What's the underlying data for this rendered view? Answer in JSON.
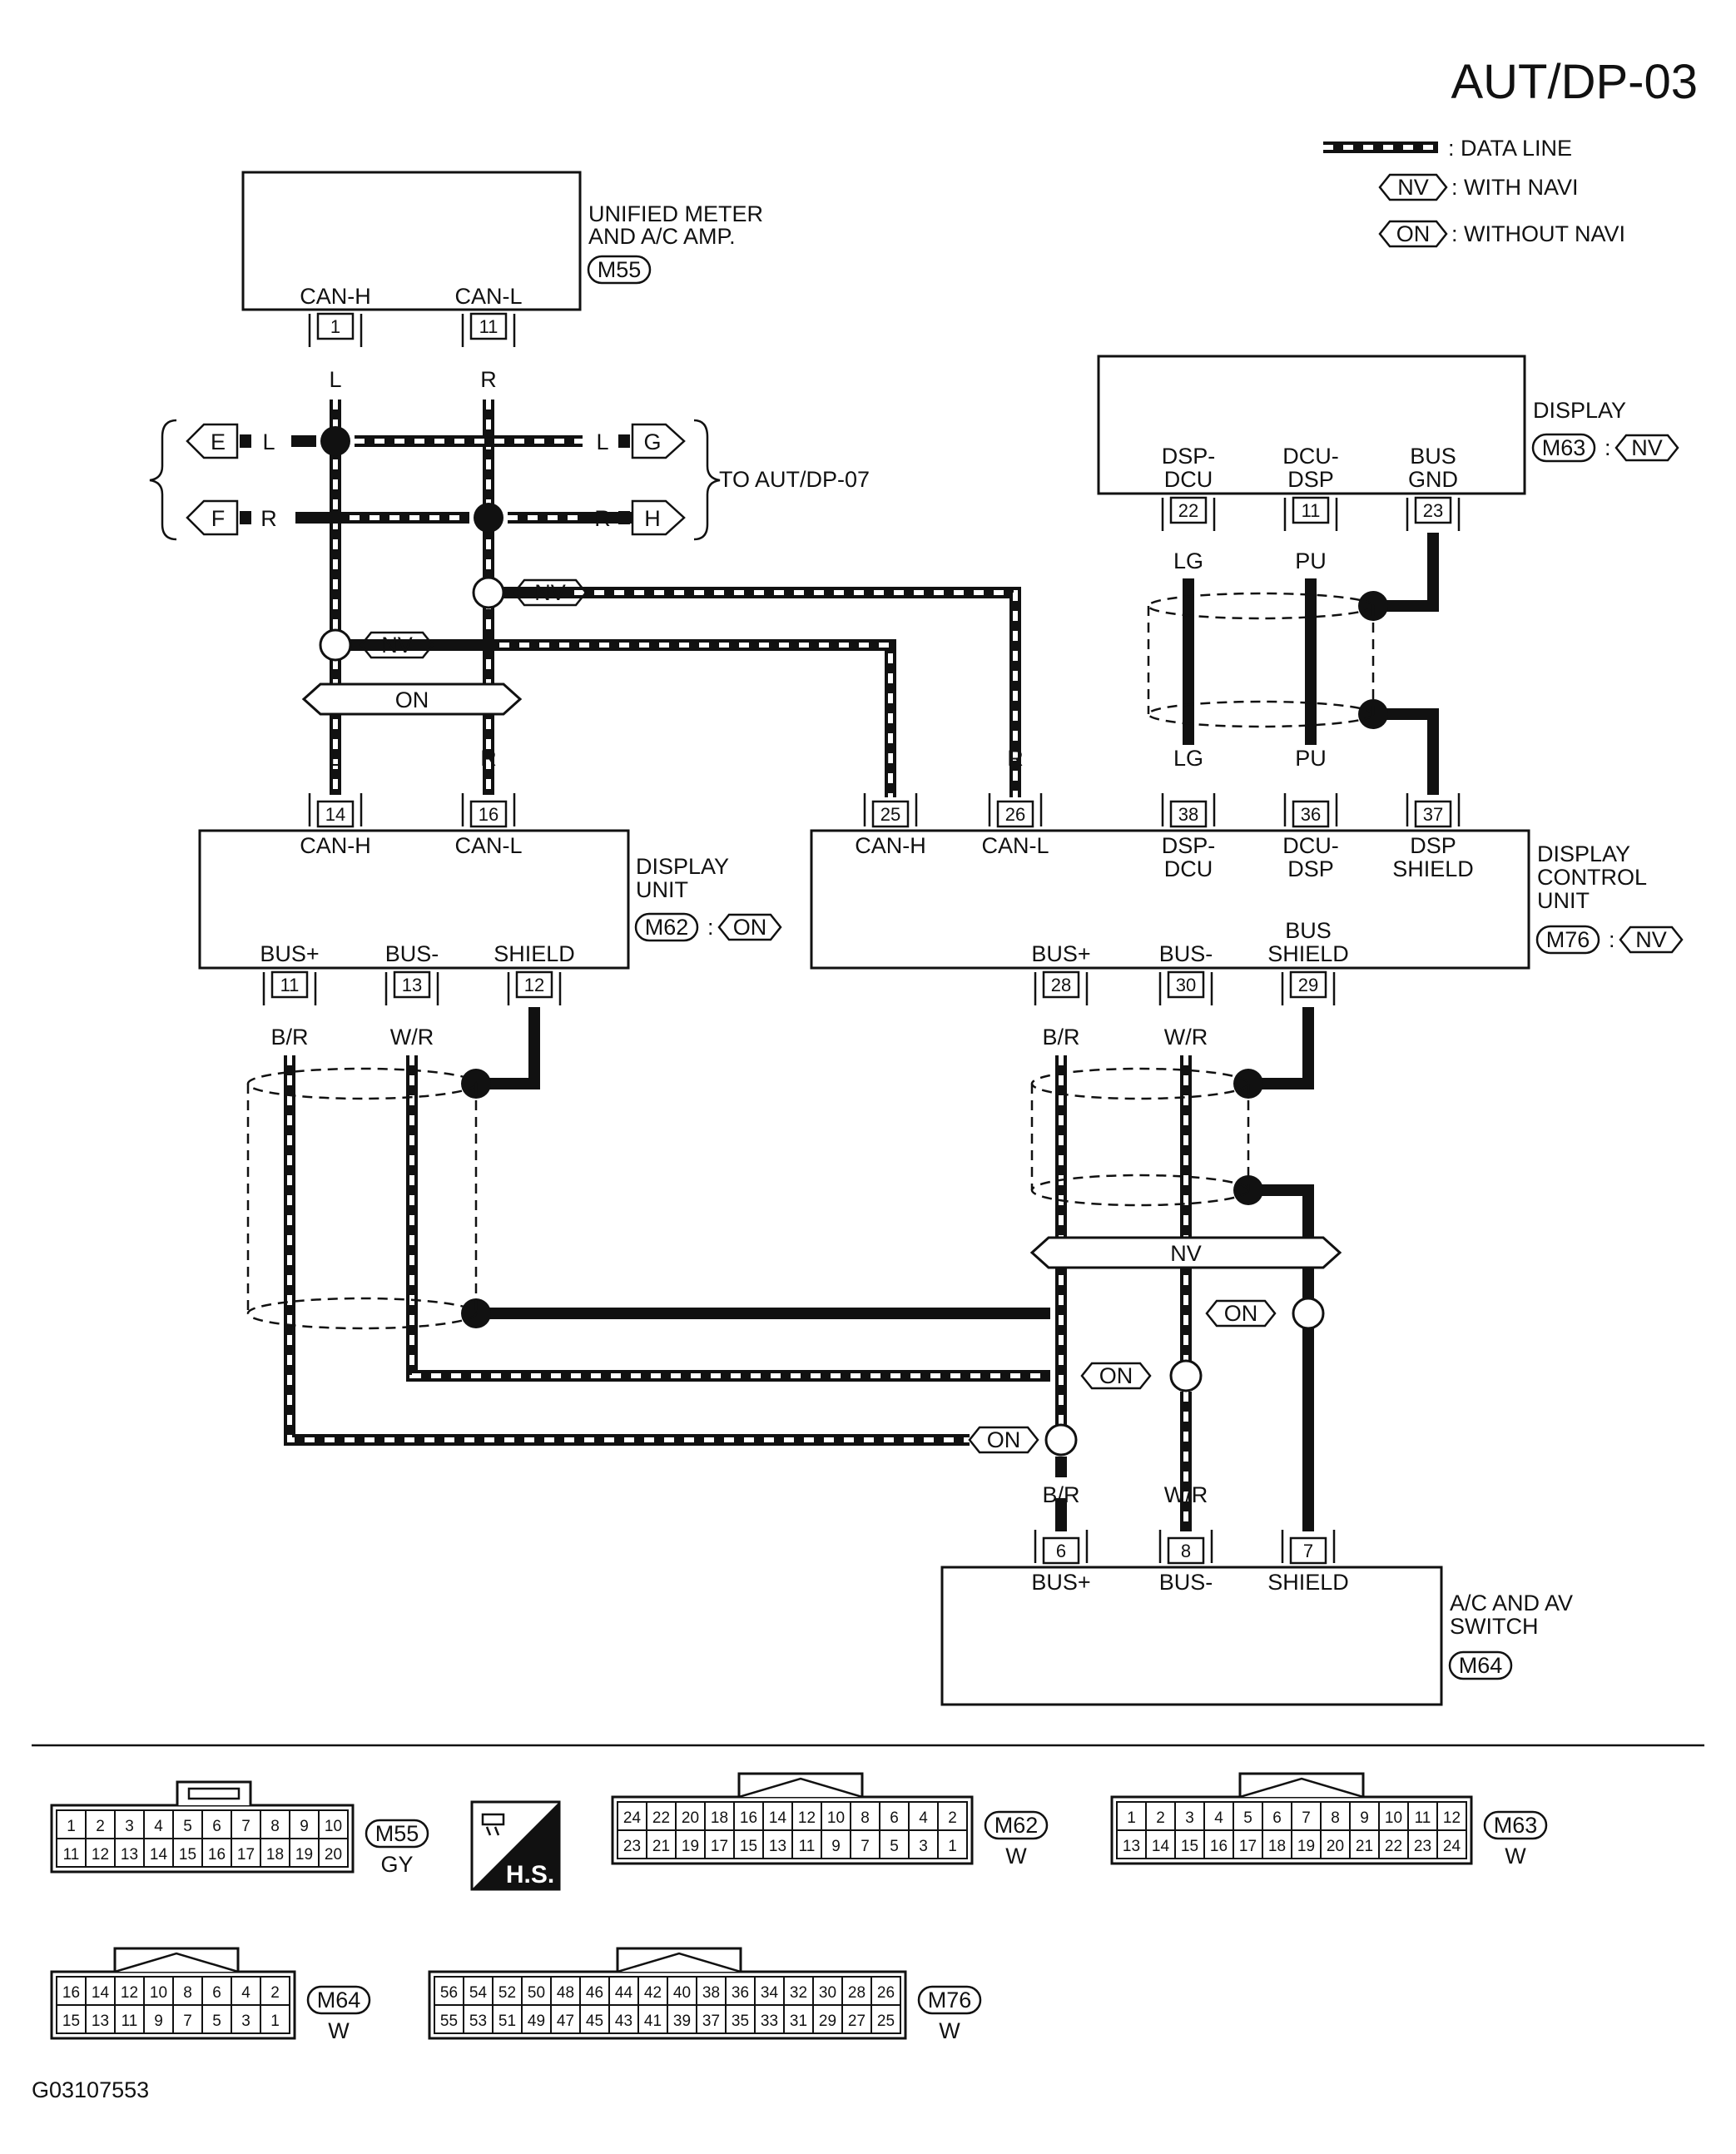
{
  "page": {
    "code": "AUT/DP-03",
    "figure_id": "G03107553"
  },
  "legend": {
    "data_line": ": DATA LINE",
    "with_navi_code": "NV",
    "with_navi": ": WITH NAVI",
    "without_navi_code": "ON",
    "without_navi": ": WITHOUT NAVI"
  },
  "units": {
    "meter": {
      "name_line1": "UNIFIED METER",
      "name_line2": "AND A/C AMP.",
      "connector": "M55",
      "pins": [
        {
          "no": "1",
          "label": "CAN-H",
          "color": "L"
        },
        {
          "no": "11",
          "label": "CAN-L",
          "color": "R"
        }
      ]
    },
    "display": {
      "name": "DISPLAY",
      "connector": "M63",
      "variant": "NV",
      "pins": [
        {
          "no": "22",
          "label1": "DSP-",
          "label2": "DCU",
          "color": "LG"
        },
        {
          "no": "11",
          "label1": "DCU-",
          "label2": "DSP",
          "color": "PU"
        },
        {
          "no": "23",
          "label1": "BUS",
          "label2": "GND",
          "color": ""
        }
      ]
    },
    "display_unit": {
      "name_line1": "DISPLAY",
      "name_line2": "UNIT",
      "connector": "M62",
      "variant": "ON",
      "top_pins": [
        {
          "no": "14",
          "label": "CAN-H",
          "color": "L"
        },
        {
          "no": "16",
          "label": "CAN-L",
          "color": "R"
        }
      ],
      "bottom_pins": [
        {
          "no": "11",
          "label": "BUS+",
          "color": "B/R"
        },
        {
          "no": "13",
          "label": "BUS-",
          "color": "W/R"
        },
        {
          "no": "12",
          "label": "SHIELD",
          "color": ""
        }
      ]
    },
    "dcu": {
      "name_line1": "DISPLAY",
      "name_line2": "CONTROL",
      "name_line3": "UNIT",
      "connector": "M76",
      "variant": "NV",
      "top_pins": [
        {
          "no": "25",
          "label1": "CAN-H",
          "label2": "",
          "color": "L"
        },
        {
          "no": "26",
          "label1": "CAN-L",
          "label2": "",
          "color": "R"
        },
        {
          "no": "38",
          "label1": "DSP-",
          "label2": "DCU",
          "color": "LG"
        },
        {
          "no": "36",
          "label1": "DCU-",
          "label2": "DSP",
          "color": "PU"
        },
        {
          "no": "37",
          "label1": "DSP",
          "label2": "SHIELD",
          "color": ""
        }
      ],
      "bottom_pins": [
        {
          "no": "28",
          "label1": "BUS+",
          "color": "B/R"
        },
        {
          "no": "30",
          "label1": "BUS-",
          "color": "W/R"
        },
        {
          "no": "29",
          "label1": "BUS",
          "label2": "SHIELD",
          "color": ""
        }
      ]
    },
    "switch": {
      "name_line1": "A/C AND AV",
      "name_line2": "SWITCH",
      "connector": "M64",
      "pins": [
        {
          "no": "6",
          "label": "BUS+",
          "color": "B/R"
        },
        {
          "no": "8",
          "label": "BUS-",
          "color": "W/R"
        },
        {
          "no": "7",
          "label": "SHIELD",
          "color": ""
        }
      ]
    }
  },
  "branches": {
    "E": "E",
    "F": "F",
    "G": "G",
    "H": "H",
    "color_l": "L",
    "color_r": "R",
    "to_label": "TO AUT/DP-07"
  },
  "tags": {
    "nv": "NV",
    "on": "ON"
  },
  "connector_views": [
    {
      "id": "M55",
      "color": "GY",
      "top": [
        "1",
        "2",
        "3",
        "4",
        "5",
        "6",
        "7",
        "8",
        "9",
        "10"
      ],
      "bottom": [
        "11",
        "12",
        "13",
        "14",
        "15",
        "16",
        "17",
        "18",
        "19",
        "20"
      ]
    },
    {
      "id": "M62",
      "color": "W",
      "top": [
        "24",
        "22",
        "20",
        "18",
        "16",
        "14",
        "12",
        "10",
        "8",
        "6",
        "4",
        "2"
      ],
      "bottom": [
        "23",
        "21",
        "19",
        "17",
        "15",
        "13",
        "11",
        "9",
        "7",
        "5",
        "3",
        "1"
      ]
    },
    {
      "id": "M63",
      "color": "W",
      "top": [
        "1",
        "2",
        "3",
        "4",
        "5",
        "6",
        "7",
        "8",
        "9",
        "10",
        "11",
        "12"
      ],
      "bottom": [
        "13",
        "14",
        "15",
        "16",
        "17",
        "18",
        "19",
        "20",
        "21",
        "22",
        "23",
        "24"
      ]
    },
    {
      "id": "M64",
      "color": "W",
      "top": [
        "16",
        "14",
        "12",
        "10",
        "8",
        "6",
        "4",
        "2"
      ],
      "bottom": [
        "15",
        "13",
        "11",
        "9",
        "7",
        "5",
        "3",
        "1"
      ]
    },
    {
      "id": "M76",
      "color": "W",
      "top": [
        "56",
        "54",
        "52",
        "50",
        "48",
        "46",
        "44",
        "42",
        "40",
        "38",
        "36",
        "34",
        "32",
        "30",
        "28",
        "26"
      ],
      "bottom": [
        "55",
        "53",
        "51",
        "49",
        "47",
        "45",
        "43",
        "41",
        "39",
        "37",
        "35",
        "33",
        "31",
        "29",
        "27",
        "25"
      ]
    }
  ],
  "hs_badge": "H.S."
}
